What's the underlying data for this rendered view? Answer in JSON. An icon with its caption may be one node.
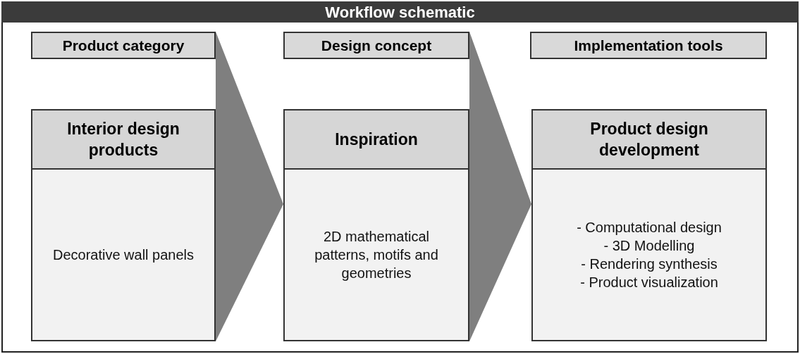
{
  "diagram": {
    "title": "Workflow schematic",
    "nodes": [
      {
        "text": [
          "Product category"
        ]
      },
      {
        "text": [
          "Interior design products",
          "Decorative wall panels"
        ]
      },
      {
        "text": [
          "Design concept"
        ]
      },
      {
        "text": [
          "Inspiration",
          "2D mathematical patterns, motifs and geometries"
        ]
      },
      {
        "text": [
          "Implementation tools"
        ]
      },
      {
        "text": [
          "Product design development",
          "- Computational design",
          "- 3D Modelling",
          "- Rendering synthesis",
          "- Product visualization"
        ]
      }
    ],
    "edges": [
      {
        "from": 1,
        "to": 3,
        "arrow": "to"
      },
      {
        "from": 3,
        "to": 5,
        "arrow": "to"
      }
    ]
  }
}
